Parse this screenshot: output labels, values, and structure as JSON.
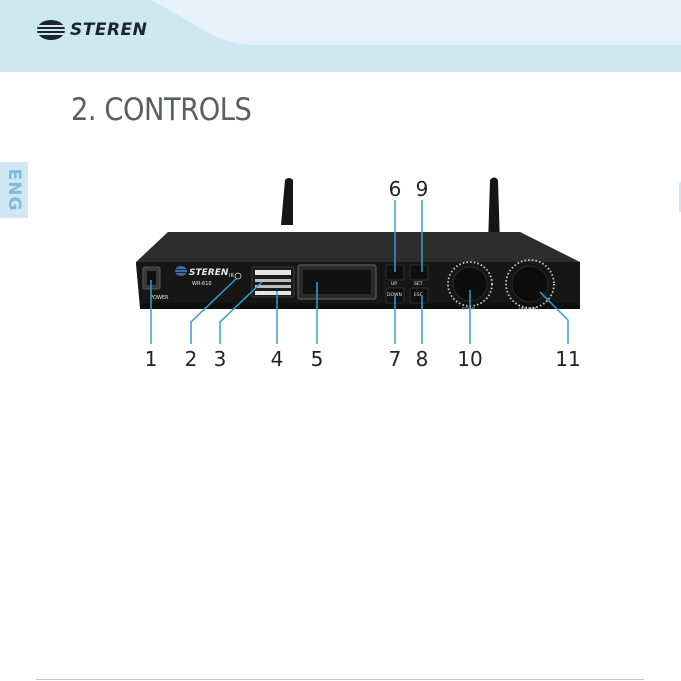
{
  "header": {
    "brand": "STEREN",
    "colors": {
      "band": "#cde7f3",
      "swoop": "#e6f2f8",
      "title": "#5a5e63",
      "tab": "#7fbad6"
    }
  },
  "page": {
    "title": "2. CONTROLS",
    "language_tab": "ENG"
  },
  "device": {
    "brand": "STEREN",
    "model": "WR-610",
    "power_label": "POWER",
    "ir_label": "IR",
    "up_label": "UP",
    "down_label": "DOWN",
    "set_label": "SET",
    "esc_label": "ESC",
    "knob_left_label": "ECHO",
    "knob_right_label": "VOLUME"
  },
  "callouts": [
    {
      "number": "1",
      "target": "power switch"
    },
    {
      "number": "2",
      "target": "IR sensor"
    },
    {
      "number": "3",
      "target": "indicator"
    },
    {
      "number": "4",
      "target": "indicator"
    },
    {
      "number": "5",
      "target": "display"
    },
    {
      "number": "6",
      "target": "UP button"
    },
    {
      "number": "7",
      "target": "DOWN button"
    },
    {
      "number": "8",
      "target": "ESC button"
    },
    {
      "number": "9",
      "target": "SET button"
    },
    {
      "number": "10",
      "target": "left knob"
    },
    {
      "number": "11",
      "target": "right knob"
    }
  ]
}
